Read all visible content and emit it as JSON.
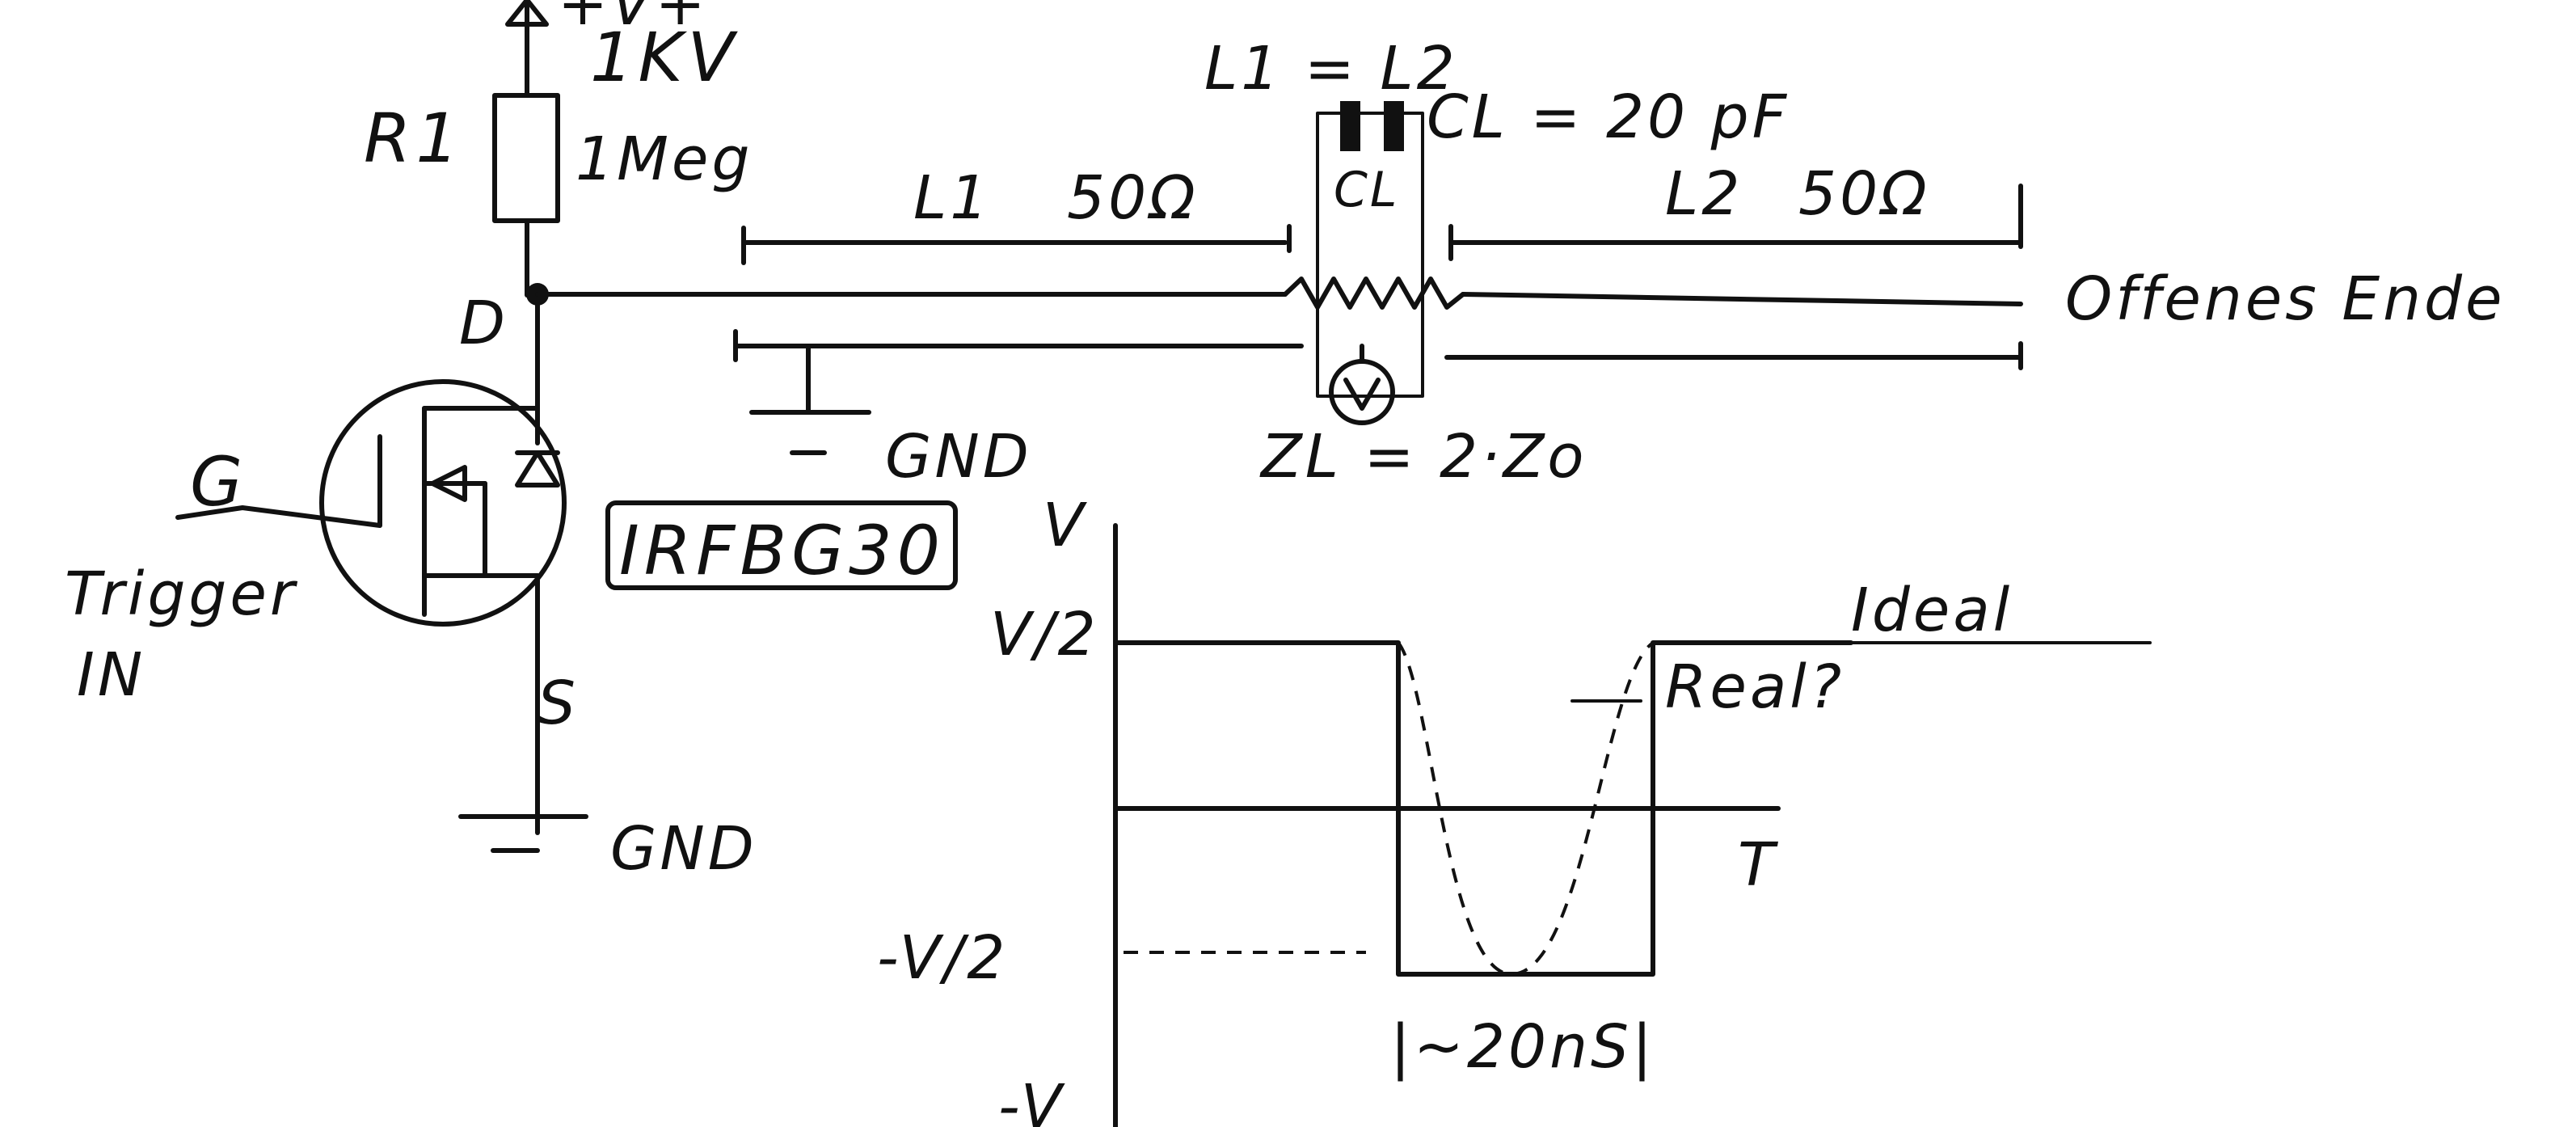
{
  "supply": {
    "node_label": "+V+",
    "voltage": "1KV"
  },
  "resistor": {
    "name": "R1",
    "value": "1Meg"
  },
  "mosfet": {
    "drain": "D",
    "gate": "G",
    "source": "S",
    "part": "IRFBG30"
  },
  "trigger": {
    "line1": "Trigger",
    "line2": "IN"
  },
  "gnd_mosfet": "GND",
  "gnd_line": "GND",
  "line1": {
    "name": "L1",
    "impedance": "50Ω"
  },
  "line2": {
    "name": "L2",
    "impedance": "50Ω"
  },
  "equal_note": "L1 = L2",
  "coupling_cap": {
    "label": "CL",
    "value": "CL = 20 pF"
  },
  "load_note": "ZL = 2·Zo",
  "open_end": "Offenes Ende",
  "chart_data": {
    "type": "line",
    "y_axis_label": "V",
    "x_axis_label": "T",
    "y_ticks": [
      "V/2",
      "-V/2",
      "-V"
    ],
    "series": [
      {
        "name": "Ideal",
        "points": [
          [
            0,
            0.5
          ],
          [
            1,
            0.5
          ],
          [
            1,
            -0.5
          ],
          [
            1.9,
            -0.5
          ],
          [
            1.9,
            0.5
          ],
          [
            2.6,
            0.5
          ]
        ]
      },
      {
        "name": "Real?",
        "points": [
          [
            1,
            0.5
          ],
          [
            1.4,
            -0.5
          ],
          [
            1.9,
            0.5
          ]
        ]
      }
    ],
    "pulse_width_label": "|~20nS|"
  }
}
